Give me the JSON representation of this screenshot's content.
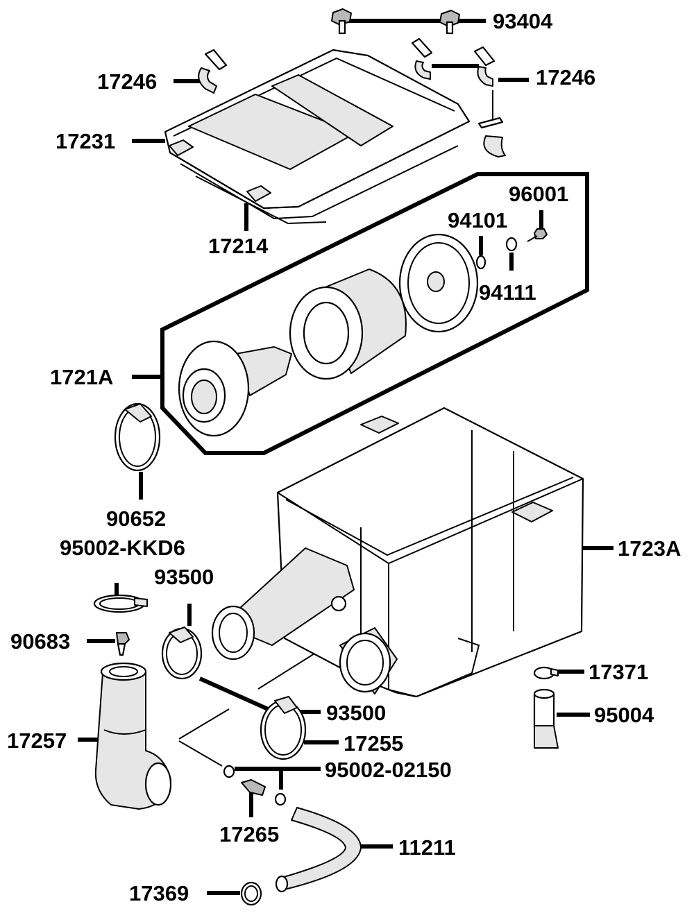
{
  "parts": {
    "p93404": "93404",
    "p17246_left": "17246",
    "p17246_right": "17246",
    "p17231": "17231",
    "p17214": "17214",
    "p96001": "96001",
    "p94101": "94101",
    "p94111": "94111",
    "p1721A": "1721A",
    "p90652": "90652",
    "p95002_KKD6": "95002-KKD6",
    "p93500_upper": "93500",
    "p90683": "90683",
    "p1723A": "1723A",
    "p17371": "17371",
    "p93500_lower": "93500",
    "p95004": "95004",
    "p17257": "17257",
    "p17255": "17255",
    "p95002_02150": "95002-02150",
    "p17265": "17265",
    "p11211": "11211",
    "p17369": "17369"
  },
  "colors": {
    "line": "#000000",
    "shade": "#e6e6e6",
    "dark": "#b9b9b9",
    "background": "#ffffff"
  }
}
